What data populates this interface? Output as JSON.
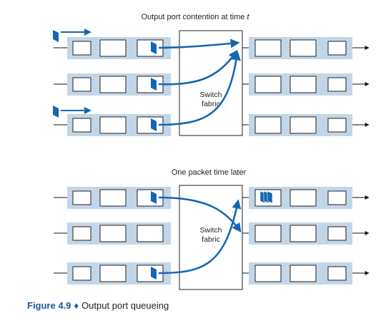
{
  "top_panel": {
    "title_prefix": "Output port contention at time ",
    "title_var": "t",
    "fabric_line1": "Switch",
    "fabric_line2": "fabric"
  },
  "bottom_panel": {
    "title": "One packet time later",
    "fabric_line1": "Switch",
    "fabric_line2": "fabric"
  },
  "caption": {
    "label": "Figure 4.9",
    "separator": "♦",
    "text": "Output port queueing"
  },
  "colors": {
    "queue_band": "#c3d6e8",
    "packet_blue": "#1566b0",
    "arrow_blue": "#1566b0",
    "fabric_fill": "#ffffff",
    "caption_accent": "#1a5a9e"
  }
}
